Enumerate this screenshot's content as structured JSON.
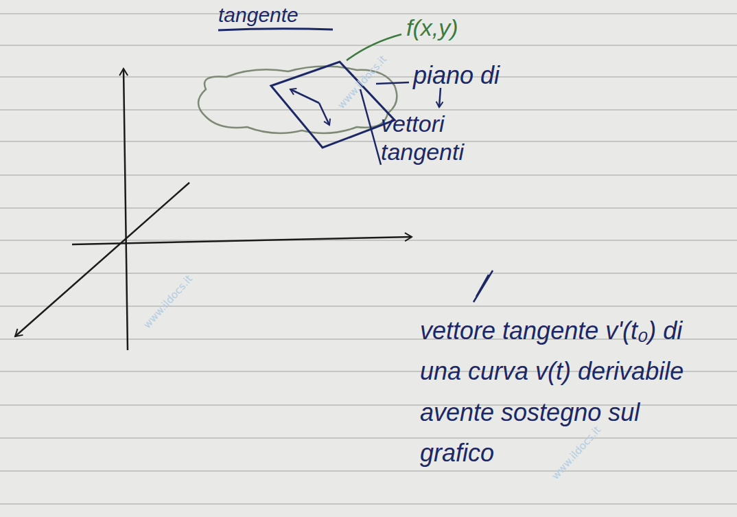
{
  "diagram": {
    "title": "tangente",
    "labels": [
      "f(x,y)",
      "piano di",
      "vettori tangenti",
      "vettore tangente v'(t₀) di una curva v(t) derivabile avente sostegno sul grafico",
      "www.ildocs.it",
      "www.ildocs.it",
      "www.ildocs.it"
    ]
  }
}
